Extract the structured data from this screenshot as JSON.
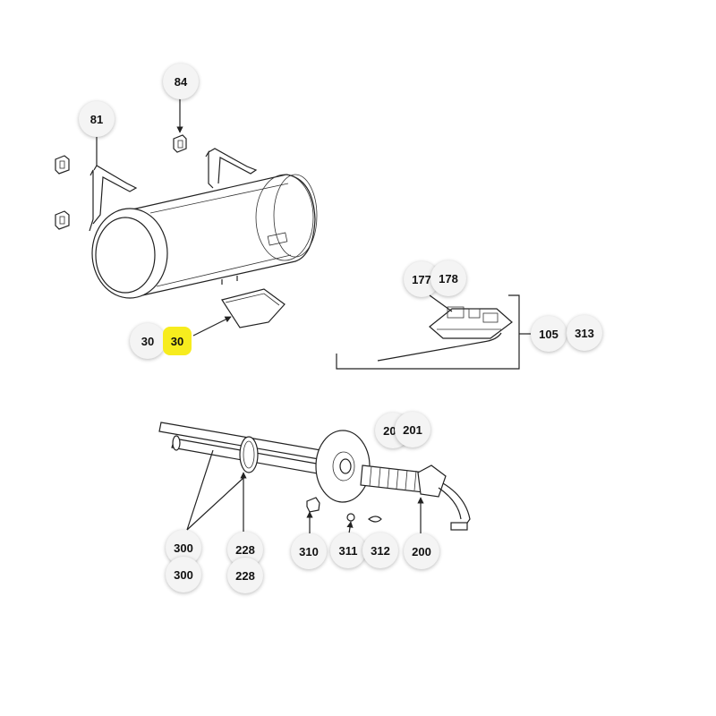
{
  "colors": {
    "highlight": "#f7ec1e",
    "callout_bg": "#f4f4f4",
    "line": "#222222"
  },
  "callouts": [
    {
      "id": "c84",
      "label": "84"
    },
    {
      "id": "c81",
      "label": "81"
    },
    {
      "id": "c30a",
      "label": "30"
    },
    {
      "id": "c30b",
      "label": "30",
      "highlight": true
    },
    {
      "id": "c177",
      "label": "177"
    },
    {
      "id": "c178",
      "label": "178"
    },
    {
      "id": "c105",
      "label": "105"
    },
    {
      "id": "c313",
      "label": "313"
    },
    {
      "id": "c201a",
      "label": "201"
    },
    {
      "id": "c201b",
      "label": "201"
    },
    {
      "id": "c300a",
      "label": "300"
    },
    {
      "id": "c300b",
      "label": "300"
    },
    {
      "id": "c228a",
      "label": "228"
    },
    {
      "id": "c228b",
      "label": "228"
    },
    {
      "id": "c310",
      "label": "310"
    },
    {
      "id": "c311",
      "label": "311"
    },
    {
      "id": "c312",
      "label": "312"
    },
    {
      "id": "c200",
      "label": "200"
    }
  ]
}
